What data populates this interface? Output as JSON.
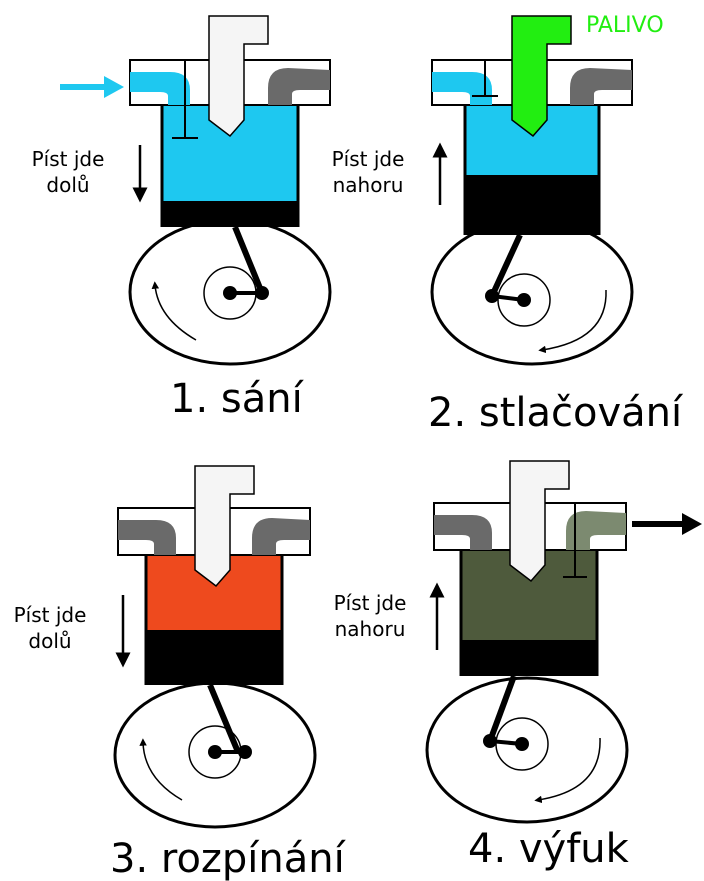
{
  "colors": {
    "intake": "#1ec8f0",
    "fuel": "#22ee11",
    "combustion": "#ee4a1e",
    "exhaust_gas": "#4e5a3c",
    "exhaust_port": "#7c8a70",
    "port": "#6a6a6a",
    "piston": "#000000"
  },
  "panels": [
    {
      "caption": "1. sání",
      "side_label": [
        "Píst jde",
        "dolů"
      ],
      "direction": "down"
    },
    {
      "caption": "2. stlačování",
      "side_label": [
        "Píst jde",
        "nahoru"
      ],
      "direction": "up",
      "fuel_label": "PALIVO"
    },
    {
      "caption": "3. rozpínání",
      "side_label": [
        "Píst jde",
        "dolů"
      ],
      "direction": "down"
    },
    {
      "caption": "4. výfuk",
      "side_label": [
        "Píst jde",
        "nahoru"
      ],
      "direction": "up"
    }
  ]
}
